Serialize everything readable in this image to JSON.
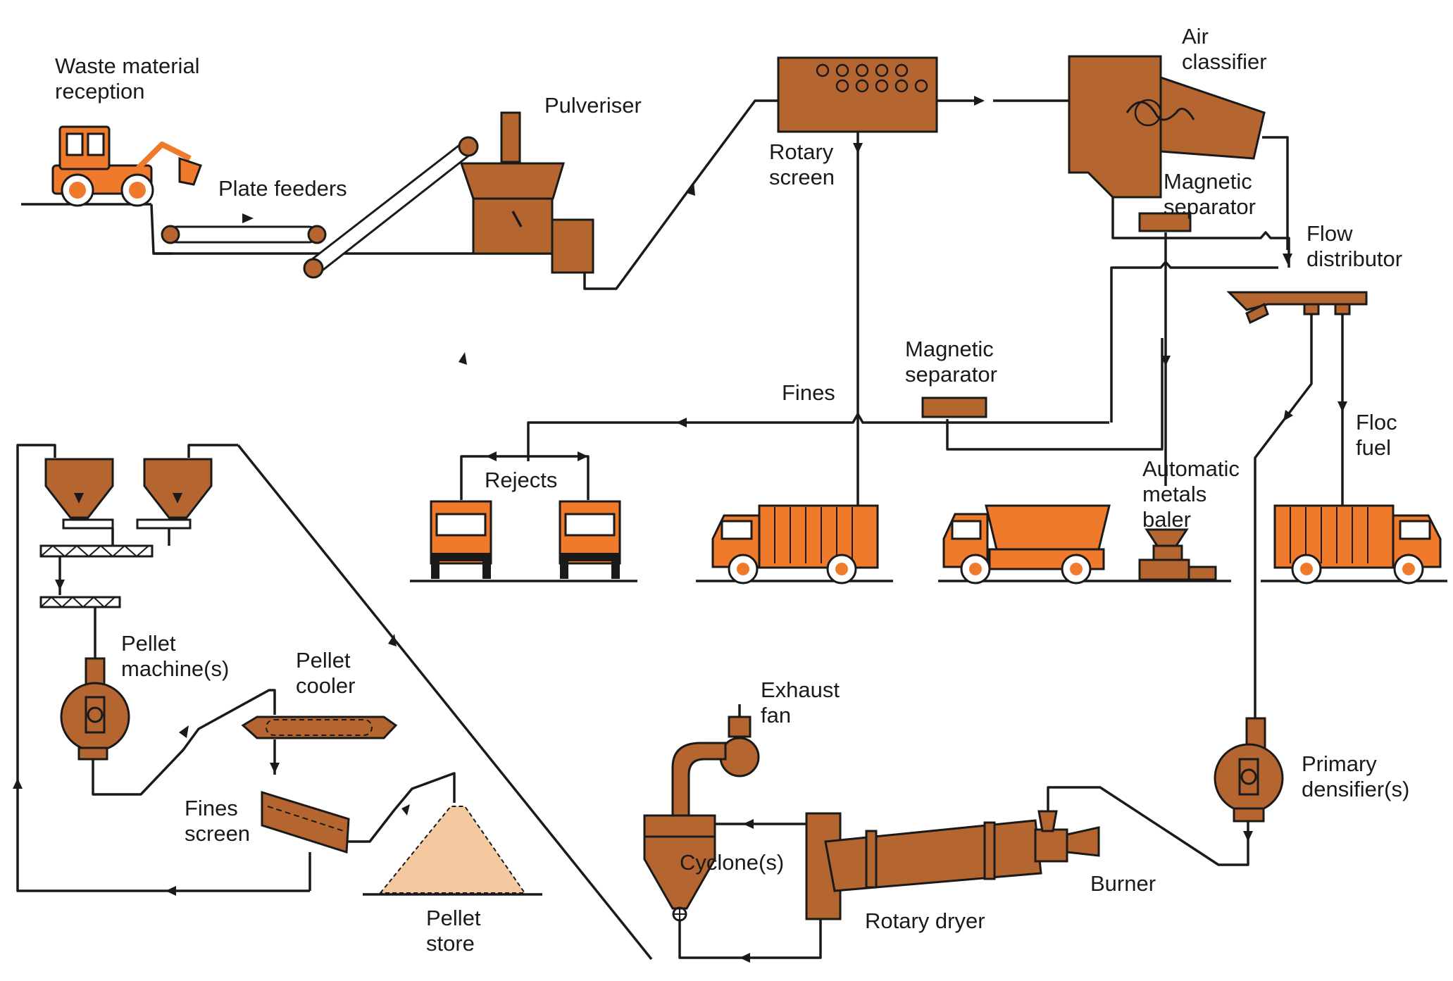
{
  "labels": {
    "waste_reception_1": "Waste material",
    "waste_reception_2": "reception",
    "plate_feeders": "Plate feeders",
    "pulveriser": "Pulveriser",
    "rotary_screen_1": "Rotary",
    "rotary_screen_2": "screen",
    "air_classifier_1": "Air",
    "air_classifier_2": "classifier",
    "magnetic_separator_top_1": "Magnetic",
    "magnetic_separator_top_2": "separator",
    "flow_distributor_1": "Flow",
    "flow_distributor_2": "distributor",
    "fines": "Fines",
    "magnetic_separator_mid_1": "Magnetic",
    "magnetic_separator_mid_2": "separator",
    "rejects": "Rejects",
    "automatic_metals_baler_1": "Automatic",
    "automatic_metals_baler_2": "metals",
    "automatic_metals_baler_3": "baler",
    "floc_fuel_1": "Floc",
    "floc_fuel_2": "fuel",
    "pellet_machines_1": "Pellet",
    "pellet_machines_2": "machine(s)",
    "pellet_cooler_1": "Pellet",
    "pellet_cooler_2": "cooler",
    "fines_screen_1": "Fines",
    "fines_screen_2": "screen",
    "pellet_store_1": "Pellet",
    "pellet_store_2": "store",
    "exhaust_fan_1": "Exhaust",
    "exhaust_fan_2": "fan",
    "cyclones": "Cyclone(s)",
    "rotary_dryer": "Rotary dryer",
    "burner": "Burner",
    "primary_densifier_1": "Primary",
    "primary_densifier_2": "densifier(s)"
  },
  "colors": {
    "equipment": "#b5652f",
    "vehicle": "#f07a2c",
    "pellet_pile": "#f5c9a0",
    "line": "#1a1a1a"
  }
}
